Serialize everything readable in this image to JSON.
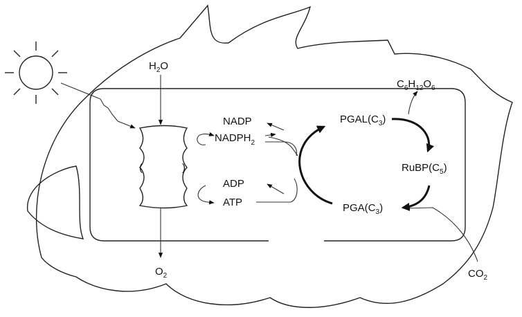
{
  "diagram": {
    "sun": "",
    "water": {
      "main": "H",
      "sub": "2",
      "tail": "O"
    },
    "oxygen": {
      "main": "O",
      "sub": "2"
    },
    "carbon_dioxide": {
      "main": "CO",
      "sub": "2"
    },
    "glucose": {
      "c": "C",
      "c_sub": "6",
      "h": "H",
      "h_sub": "12",
      "o": "O",
      "o_sub": "6"
    },
    "thylakoid": {
      "open": "(",
      "close": ")"
    },
    "nadp": "NADP",
    "nadph2": {
      "main": "NADPH",
      "sub": "2"
    },
    "adp": "ADP",
    "atp": "ATP",
    "pgal": {
      "main": "PGAL(C",
      "sub": "3",
      "tail": ")"
    },
    "rubp": {
      "main": "RuBP(C",
      "sub": "5",
      "tail": ")"
    },
    "pga": {
      "main": "PGA(C",
      "sub": "3",
      "tail": ")"
    }
  },
  "colors": {
    "line": "#222222",
    "background": "#ffffff"
  }
}
